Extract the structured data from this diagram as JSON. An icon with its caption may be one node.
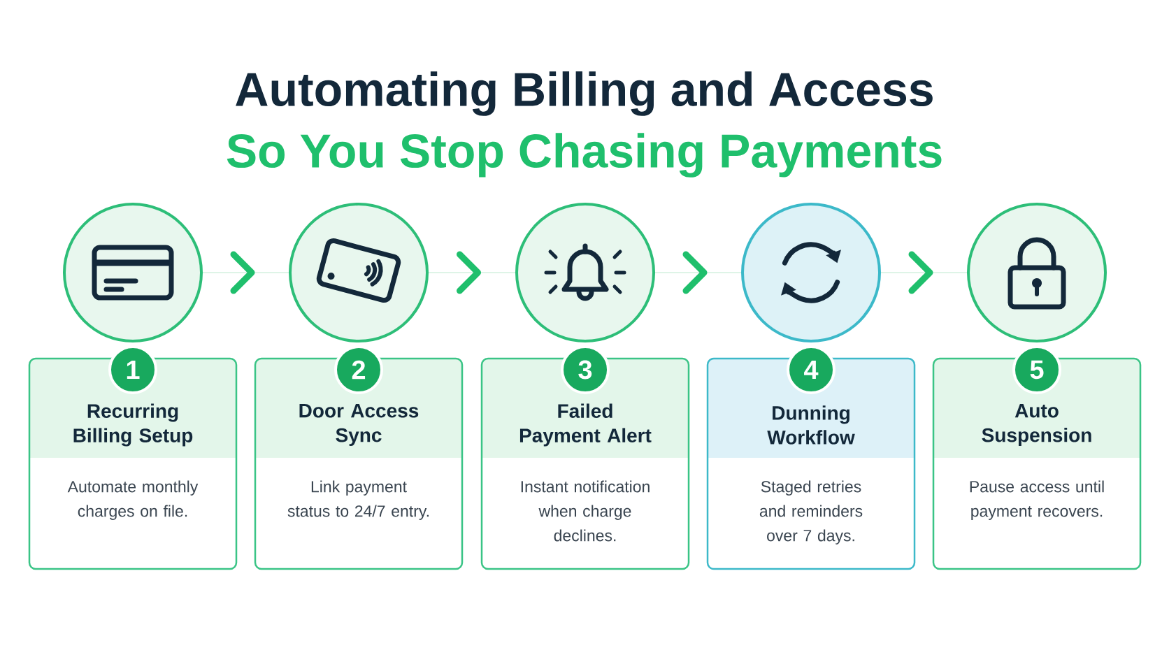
{
  "diagram": {
    "title": "Automating Billing and Access",
    "nodes": [
      {
        "text": [],
        "shape": "circle"
      },
      {
        "text": [
          "1"
        ]
      },
      {
        "text": [
          "Recurring Billing Setup",
          "Automate monthly charges on file."
        ]
      },
      {
        "text": [],
        "shape": "circle"
      },
      {
        "text": [
          "2"
        ]
      },
      {
        "text": [
          "Door Access Sync",
          "Link payment status to 24/7 entry."
        ]
      },
      {
        "text": [],
        "shape": "circle"
      },
      {
        "text": [
          "3"
        ]
      },
      {
        "text": [
          "Failed Payment Alert",
          "Instant notification when charge declines."
        ]
      },
      {
        "text": [],
        "shape": "circle"
      },
      {
        "text": [
          "4"
        ]
      },
      {
        "text": [
          "Dunning Workflow",
          "Staged retries and reminders over 7 days."
        ]
      },
      {
        "text": [],
        "shape": "circle"
      },
      {
        "text": [
          "5"
        ]
      },
      {
        "text": [
          "Auto Suspension",
          "Pause access until payment recovers."
        ]
      }
    ],
    "edges": [
      {
        "from": 0,
        "to": 3,
        "arrow": "to"
      },
      {
        "from": 3,
        "to": 6,
        "arrow": "to"
      },
      {
        "from": 6,
        "to": 9,
        "arrow": "to"
      },
      {
        "from": 9,
        "to": 12,
        "arrow": "to"
      }
    ],
    "labels": [
      "So You Stop Chasing Payments"
    ]
  }
}
